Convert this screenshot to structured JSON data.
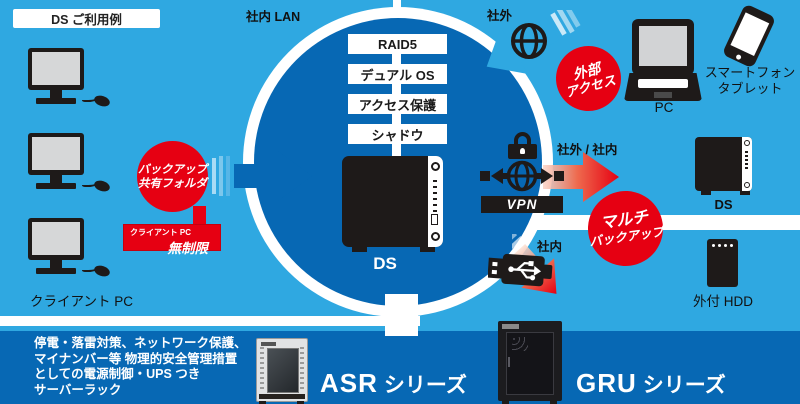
{
  "colors": {
    "background": "#2FA8E1",
    "dark_blue": "#0768B4",
    "red": "#E60012",
    "black": "#1E1A19"
  },
  "header": {
    "title": "DS ご利用例",
    "lan": "社内 LAN",
    "wan": "社外"
  },
  "circle": {
    "features": [
      "RAID5",
      "デュアル OS",
      "アクセス保護",
      "シャドウ"
    ],
    "device": "DS"
  },
  "left": {
    "client_label": "クライアント PC",
    "badge": {
      "line1": "バックアップ",
      "line2": "共有フォルダ"
    },
    "limit": {
      "line1": "クライアント PC",
      "line2": "無制限"
    }
  },
  "external": {
    "badge": {
      "line1": "外部",
      "line2": "アクセス"
    },
    "pc": "PC",
    "mobile1": "スマートフォン",
    "mobile2": "タブレット"
  },
  "vpn": {
    "label": "VPN",
    "zone": "社外 / 社内"
  },
  "multi": {
    "line1": "マルチ",
    "line2": "バックアップ"
  },
  "right": {
    "ds": "DS",
    "internal": "社内",
    "hdd": "外付 HDD"
  },
  "bottom": {
    "desc1": "停電・落雷対策、ネットワーク保護、",
    "desc2": "マイナンバー等 物理的安全管理措置",
    "desc3": "としての電源制御・UPS つき",
    "desc4": "サーバーラック",
    "asr": "ASR",
    "asr_suffix": "シリーズ",
    "gru": "GRU",
    "gru_suffix": "シリーズ"
  }
}
